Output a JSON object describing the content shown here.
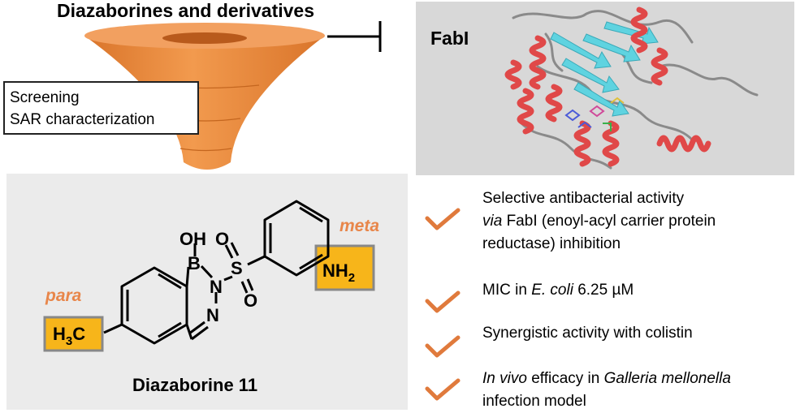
{
  "header": {
    "title": "Diazaborines and derivatives"
  },
  "funnel": {
    "lines": [
      "Screening",
      "SAR characterization"
    ],
    "color": "#e88b3c"
  },
  "protein": {
    "label": "FabI",
    "helix_color": "#e04848",
    "sheet_color": "#5fd3e0"
  },
  "molecule": {
    "name": "Diazaborine 11",
    "atoms": {
      "oh": "OH",
      "b": "B",
      "n1": "N",
      "n2": "N",
      "s": "S",
      "o1": "O",
      "o2": "O"
    },
    "nh2": {
      "main": "NH",
      "sub": "2"
    },
    "ch3": {
      "main": "H",
      "sub": "3",
      "tail": "C"
    },
    "para_label": "para",
    "meta_label": "meta",
    "highlight_color": "#f7b51a",
    "label_color": "#e8864a"
  },
  "features": [
    {
      "lines": [
        [
          {
            "t": "Selective antibacterial activity"
          }
        ],
        [
          {
            "t": "via",
            "i": true
          },
          {
            "t": " FabI (enoyl-acyl carrier protein"
          }
        ],
        [
          {
            "t": "reductase) inhibition"
          }
        ]
      ]
    },
    {
      "lines": [
        [
          {
            "t": "MIC in "
          },
          {
            "t": "E. coli",
            "i": true
          },
          {
            "t": " 6.25 µM"
          }
        ]
      ]
    },
    {
      "lines": [
        [
          {
            "t": "Synergistic activity with colistin"
          }
        ]
      ]
    },
    {
      "lines": [
        [
          {
            "t": "In vivo",
            "i": true
          },
          {
            "t": " efficacy in "
          },
          {
            "t": "Galleria mellonella",
            "i": true
          }
        ],
        [
          {
            "t": "infection model"
          }
        ]
      ]
    }
  ],
  "check_color": "#e07a3c"
}
